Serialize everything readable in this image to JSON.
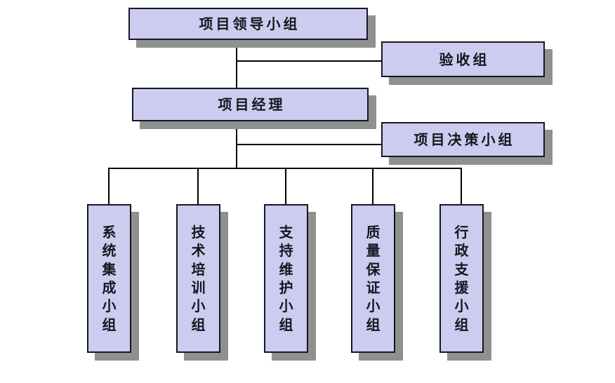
{
  "diagram": {
    "type": "org-chart",
    "nodes": {
      "leader": {
        "label": "项目领导小组"
      },
      "acceptance": {
        "label": "验收组"
      },
      "manager": {
        "label": "项目经理"
      },
      "decision": {
        "label": "项目决策小组"
      },
      "teams": [
        {
          "label": "系统集成小组"
        },
        {
          "label": "技术培训小组"
        },
        {
          "label": "支持维护小组"
        },
        {
          "label": "质量保证小组"
        },
        {
          "label": "行政支援小组"
        }
      ]
    },
    "edges": [
      {
        "from": "项目领导小组",
        "to": "项目经理"
      },
      {
        "from": "项目领导小组",
        "to": "验收组"
      },
      {
        "from": "项目经理",
        "to": "项目决策小组"
      },
      {
        "from": "项目经理",
        "to": "系统集成小组"
      },
      {
        "from": "项目经理",
        "to": "技术培训小组"
      },
      {
        "from": "项目经理",
        "to": "支持维护小组"
      },
      {
        "from": "项目经理",
        "to": "质量保证小组"
      },
      {
        "from": "项目经理",
        "to": "行政支援小组"
      }
    ],
    "colors": {
      "node_fill": "#ccccf0",
      "node_border": "#16161f",
      "node_shadow": "#909090",
      "connector": "#000000",
      "text": "#16161f",
      "background": "#ffffff"
    }
  }
}
